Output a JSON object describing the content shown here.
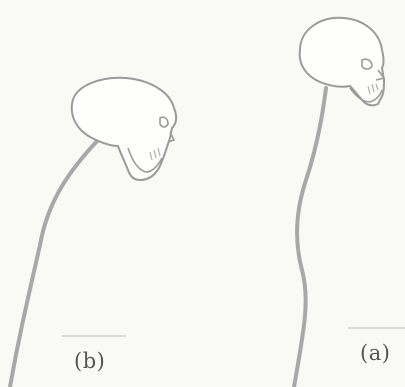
{
  "figure": {
    "panels": [
      {
        "id": "b",
        "label": "(b)"
      },
      {
        "id": "a",
        "label": "(a)"
      }
    ]
  },
  "colors": {
    "background": "#f9f9f6",
    "stroke": "#9a9a9a",
    "spine": "#a8a8a8",
    "label": "#555555"
  }
}
